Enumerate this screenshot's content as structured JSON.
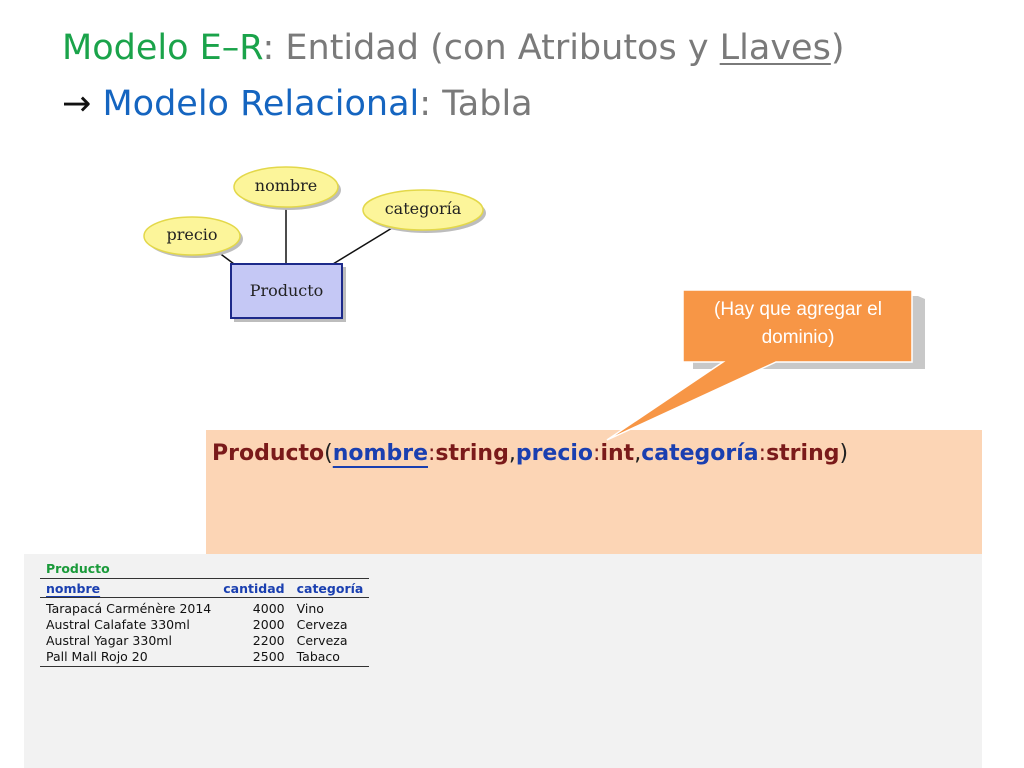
{
  "title": {
    "line1": {
      "part_a": "Modelo E–R",
      "part_b": ": Entidad (con Atributos y ",
      "part_c": "Llaves",
      "part_d": ")"
    },
    "line2": {
      "arrow": "→",
      "part_a": "Modelo Relacional",
      "part_b": ": Tabla"
    }
  },
  "er_diagram": {
    "entity": "Producto",
    "attributes": [
      "nombre",
      "categoría",
      "precio"
    ],
    "colors": {
      "attribute_fill": "#fcf59a",
      "entity_fill": "#c5c8f5",
      "entity_border": "#1d2a8a"
    }
  },
  "callout": {
    "text": "(Hay que agregar el dominio)",
    "color": "#f79646"
  },
  "schema": {
    "relation": "Producto",
    "open": "(",
    "close": ")",
    "attrs": [
      {
        "name": "nombre",
        "colon": ":",
        "type": "string",
        "sep": ","
      },
      {
        "name": "precio",
        "colon": ":",
        "type": "int",
        "sep": ","
      },
      {
        "name": "categoría",
        "colon": ":",
        "type": "string",
        "sep": ""
      }
    ]
  },
  "table": {
    "caption": "Producto",
    "headers": [
      "nombre",
      "cantidad",
      "categoría"
    ],
    "rows": [
      [
        "Tarapacá Carménère 2014",
        "4000",
        "Vino"
      ],
      [
        "Austral Calafate 330ml",
        "2000",
        "Cerveza"
      ],
      [
        "Austral Yagar 330ml",
        "2200",
        "Cerveza"
      ],
      [
        "Pall Mall Rojo 20",
        "2500",
        "Tabaco"
      ]
    ]
  }
}
